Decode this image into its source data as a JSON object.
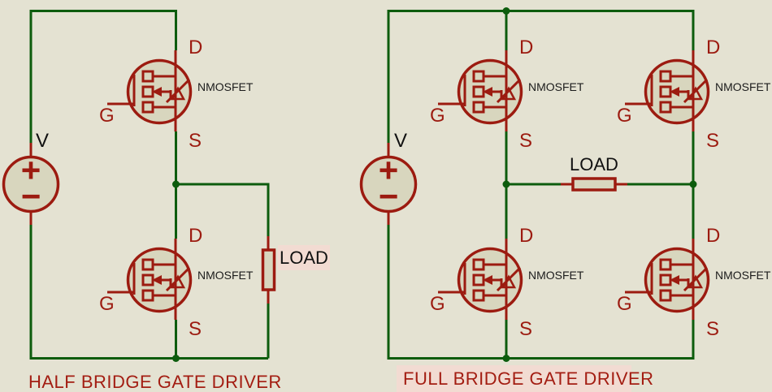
{
  "colors": {
    "background": "#E4E2D2",
    "wire_green": "#0D5C0D",
    "component_red": "#9C1B10",
    "component_fill": "#D8D6BE",
    "highlight_pink": "#F2DBD2",
    "text_black": "#1C1C1C"
  },
  "left_circuit": {
    "title": "HALF BRIDGE GATE DRIVER",
    "voltage_source": {
      "label": "V",
      "plus": "+",
      "minus": "−"
    },
    "load": {
      "label": "LOAD"
    },
    "mosfets": [
      {
        "name": "NMOSFET",
        "pins": {
          "drain": "D",
          "gate": "G",
          "source": "S"
        }
      },
      {
        "name": "NMOSFET",
        "pins": {
          "drain": "D",
          "gate": "G",
          "source": "S"
        }
      }
    ]
  },
  "right_circuit": {
    "title": "FULL BRIDGE GATE DRIVER",
    "voltage_source": {
      "label": "V",
      "plus": "+",
      "minus": "−"
    },
    "load": {
      "label": "LOAD"
    },
    "mosfets": [
      {
        "name": "NMOSFET",
        "pins": {
          "drain": "D",
          "gate": "G",
          "source": "S"
        }
      },
      {
        "name": "NMOSFET",
        "pins": {
          "drain": "D",
          "gate": "G",
          "source": "S"
        }
      },
      {
        "name": "NMOSFET",
        "pins": {
          "drain": "D",
          "gate": "G",
          "source": "S"
        }
      },
      {
        "name": "NMOSFET",
        "pins": {
          "drain": "D",
          "gate": "G",
          "source": "S"
        }
      }
    ]
  }
}
